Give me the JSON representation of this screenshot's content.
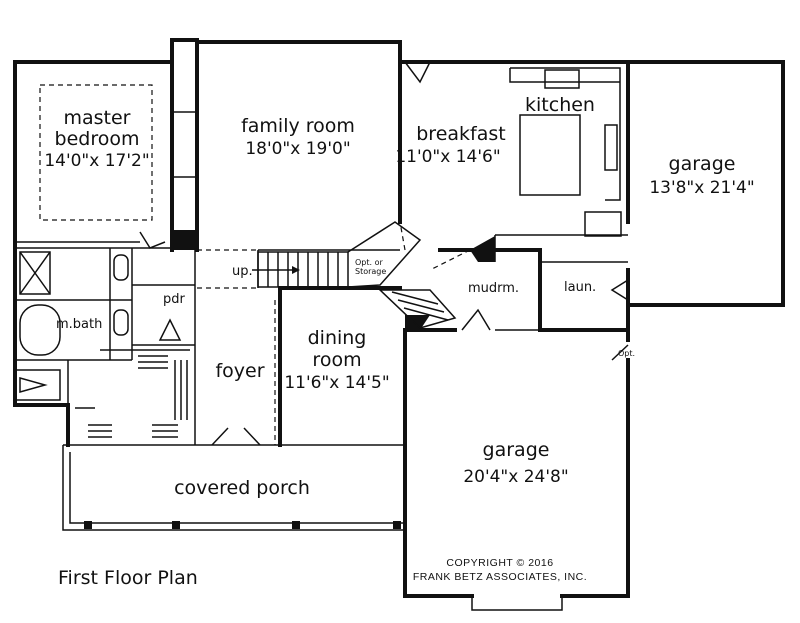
{
  "plan_title": "First Floor Plan",
  "copyright": {
    "line1": "COPYRIGHT © 2016",
    "line2": "FRANK BETZ ASSOCIATES, INC."
  },
  "rooms": {
    "master_bedroom": {
      "name_line1": "master",
      "name_line2": "bedroom",
      "dims": "14'0\"x 17'2\""
    },
    "family_room": {
      "name": "family room",
      "dims": "18'0\"x 19'0\""
    },
    "breakfast": {
      "name": "breakfast",
      "dims": "11'0\"x 14'6\""
    },
    "kitchen": {
      "name": "kitchen"
    },
    "garage_small": {
      "name": "garage",
      "dims": "13'8\"x 21'4\""
    },
    "garage_large": {
      "name": "garage",
      "dims": "20'4\"x 24'8\""
    },
    "dining_room": {
      "name_line1": "dining",
      "name_line2": "room",
      "dims": "11'6\"x 14'5\""
    },
    "foyer": {
      "name": "foyer"
    },
    "master_bath": {
      "name": "m.bath"
    },
    "powder": {
      "name": "pdr"
    },
    "mudroom": {
      "name": "mudrm."
    },
    "laundry": {
      "name": "laun."
    },
    "covered_porch": {
      "name": "covered porch"
    }
  },
  "notes": {
    "stair_up": "up.",
    "storage_line1": "Opt. or",
    "storage_line2": "Storage",
    "opt": "Opt."
  }
}
